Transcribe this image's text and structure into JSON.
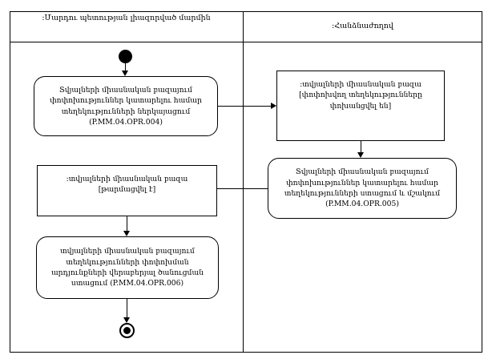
{
  "diagram": {
    "type": "uml-activity-diagram",
    "lanes": [
      {
        "id": "left",
        "title": ":Մարդու պետության լիազորված մարմին"
      },
      {
        "id": "right",
        "title": ":Հանձնաժողով"
      }
    ],
    "nodes": {
      "start": {
        "kind": "initial-node"
      },
      "activity1": {
        "kind": "activity",
        "lane": "left",
        "lines": [
          "Տվյալների միասնական բազայում",
          "փոփոխություններ կատարելու համար",
          "տեղեկությունների ներկայացում",
          "(P.MM.04.OPR.004)"
        ],
        "code": "P.MM.04.OPR.004"
      },
      "object1": {
        "kind": "object-node",
        "lane": "right",
        "lines": [
          ":տվյալների միասնական բազա",
          "[փոփոխվող տեղեկությունները",
          "փոխանցվել են]"
        ],
        "state": "[փոփոխվող տեղեկությունները փոխանցվել են]"
      },
      "activity2": {
        "kind": "activity",
        "lane": "right",
        "lines": [
          "Տվյալների միասնական բազայում",
          "փոփոխություններ կատարելու համար",
          "տեղեկությունների ստացում և մշակում",
          "(P.MM.04.OPR.005)"
        ],
        "code": "P.MM.04.OPR.005"
      },
      "object2": {
        "kind": "object-node",
        "lane": "left",
        "lines": [
          ":տվյալների միասնական բազա",
          "[թարմացվել է]"
        ],
        "state": "[թարմացվել է]"
      },
      "activity3": {
        "kind": "activity",
        "lane": "left",
        "lines": [
          "տվյալների միասնական բազայում",
          "տեղեկությունների փոփոխման",
          "արդյունքների վերաբերյալ ծանուցման",
          "ստացում (P.MM.04.OPR.006)"
        ],
        "code": "P.MM.04.OPR.006"
      },
      "final": {
        "kind": "final-node"
      }
    },
    "colors": {
      "line": "#000000",
      "background": "#ffffff",
      "text": "#000000"
    }
  }
}
